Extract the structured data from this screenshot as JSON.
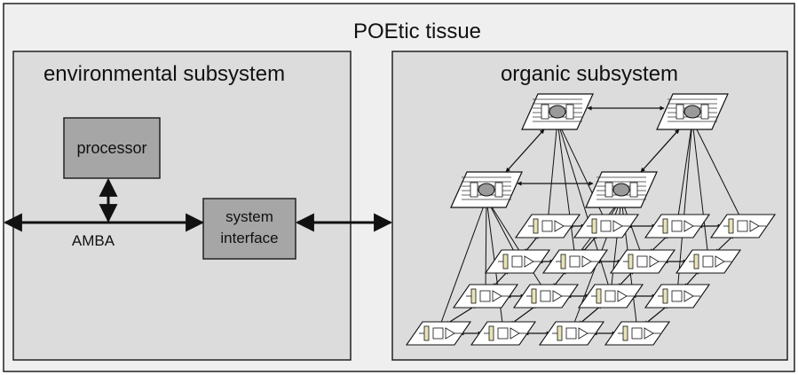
{
  "outer": {
    "title": "POEtic tissue"
  },
  "environmental": {
    "title": "environmental subsystem",
    "processor_label": "processor",
    "bus_label": "AMBA",
    "interface_label_line1": "system",
    "interface_label_line2": "interface"
  },
  "organic": {
    "title": "organic subsystem"
  },
  "colors": {
    "tissue_bg": "#efefef",
    "subsystem_bg": "#dcdcdc",
    "block_fill": "#a6a6a6",
    "stroke": "#222222"
  }
}
